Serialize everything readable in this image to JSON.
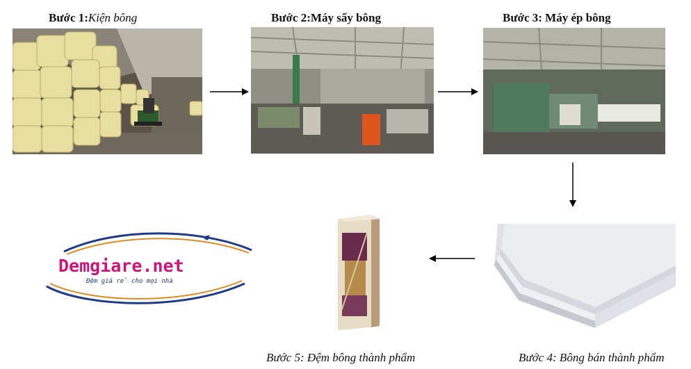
{
  "steps": {
    "s1": {
      "prefix": "Bước 1:",
      "name": "Kiện bông"
    },
    "s2": {
      "text": "Bước 2:Máy sấy bông"
    },
    "s3": {
      "text": "Bước 3: Máy ép bông"
    },
    "s4": {
      "text": "Bước 4: Bông bán thành phẩm"
    },
    "s5": {
      "text": "Bước 5: Đệm bông thành phẩm"
    }
  },
  "logo": {
    "brand": "Demgiare.net",
    "tagline": "Đệm giá rẻ cho mọi nhà",
    "brand_color": "#d0137a",
    "ring_color": "#1f3a8a",
    "ring_accent": "#e08a1e"
  }
}
